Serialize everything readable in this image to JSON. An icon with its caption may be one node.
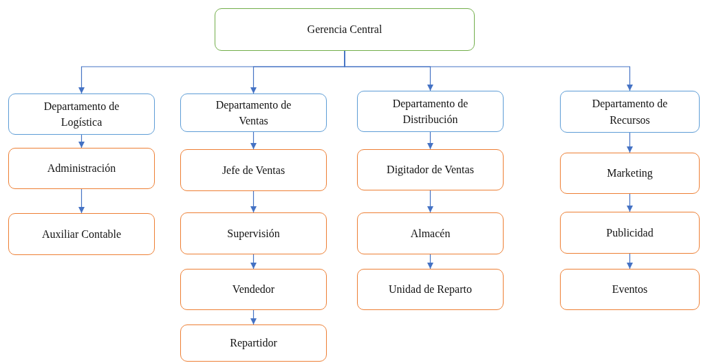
{
  "diagram": {
    "nodes": [
      {
        "text": [
          "Gerencia Central"
        ]
      },
      {
        "text": [
          "Departamento de Logística"
        ]
      },
      {
        "text": [
          "Administración"
        ]
      },
      {
        "text": [
          "Auxiliar Contable"
        ]
      },
      {
        "text": [
          "Departamento de Ventas"
        ]
      },
      {
        "text": [
          "Jefe de Ventas"
        ]
      },
      {
        "text": [
          "Supervisión"
        ]
      },
      {
        "text": [
          "Vendedor"
        ]
      },
      {
        "text": [
          "Repartidor"
        ]
      },
      {
        "text": [
          "Departamento de Distribución"
        ]
      },
      {
        "text": [
          "Digitador de Ventas"
        ]
      },
      {
        "text": [
          "Almacén"
        ]
      },
      {
        "text": [
          "Unidad de Reparto"
        ]
      },
      {
        "text": [
          "Departamento de Recursos"
        ]
      },
      {
        "text": [
          "Marketing"
        ]
      },
      {
        "text": [
          "Publicidad"
        ]
      },
      {
        "text": [
          "Eventos"
        ]
      }
    ],
    "edges": [
      {
        "from": 0,
        "to": 1,
        "arrow": "to"
      },
      {
        "from": 0,
        "to": 4,
        "arrow": "to"
      },
      {
        "from": 0,
        "to": 9,
        "arrow": "to"
      },
      {
        "from": 0,
        "to": 13,
        "arrow": "to"
      },
      {
        "from": 1,
        "to": 2,
        "arrow": "to"
      },
      {
        "from": 2,
        "to": 3,
        "arrow": "to"
      },
      {
        "from": 4,
        "to": 5,
        "arrow": "to"
      },
      {
        "from": 5,
        "to": 6,
        "arrow": "to"
      },
      {
        "from": 6,
        "to": 7,
        "arrow": "to"
      },
      {
        "from": 7,
        "to": 8,
        "arrow": "to"
      },
      {
        "from": 9,
        "to": 10,
        "arrow": "to"
      },
      {
        "from": 10,
        "to": 11,
        "arrow": "to"
      },
      {
        "from": 11,
        "to": 12,
        "arrow": "to"
      },
      {
        "from": 13,
        "to": 14,
        "arrow": "to"
      },
      {
        "from": 14,
        "to": 15,
        "arrow": "to"
      },
      {
        "from": 15,
        "to": 16,
        "arrow": "to"
      }
    ]
  }
}
